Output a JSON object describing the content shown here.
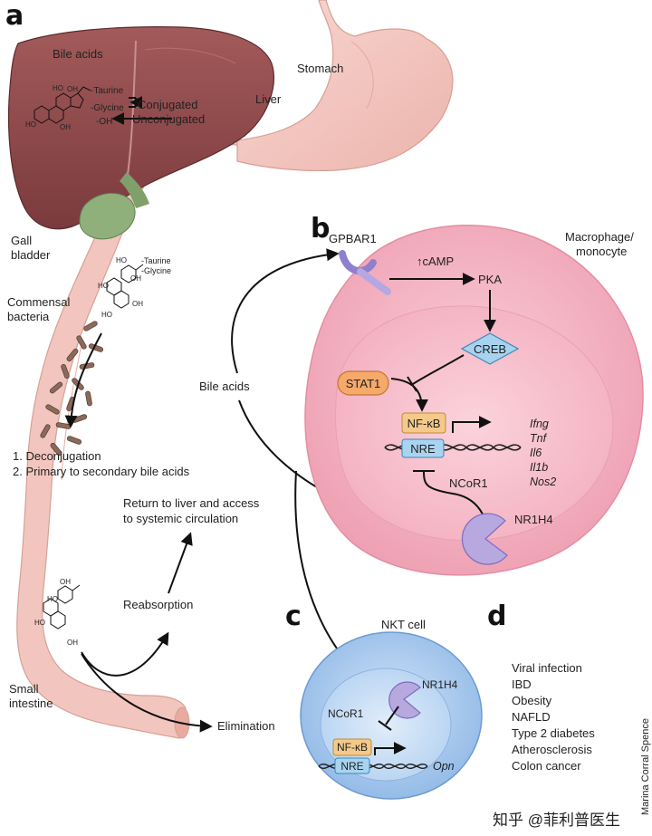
{
  "panels": {
    "a": "a",
    "b": "b",
    "c": "c",
    "d": "d"
  },
  "organs": {
    "bile_acids": "Bile acids",
    "liver": "Liver",
    "stomach": "Stomach",
    "gall_bladder_line1": "Gall",
    "gall_bladder_line2": "bladder",
    "commensal_line1": "Commensal",
    "commensal_line2": "bacteria",
    "small_intestine_line1": "Small",
    "small_intestine_line2": "intestine"
  },
  "liver_chem": {
    "taurine": "-Taurine",
    "glycine": "-Glycine",
    "oh": "-OH",
    "conjugated": "Conjugated",
    "unconjugated": "Unconjugated"
  },
  "intestine_chem": {
    "taurine": "-Taurine",
    "glycine": "-Glycine"
  },
  "process": {
    "step1": "1. Deconjugation",
    "step2": "2. Primary to secondary bile acids",
    "return_line1": "Return to liver and access",
    "return_line2": "to systemic circulation",
    "reabsorption": "Reabsorption",
    "elimination": "Elimination",
    "bile_acids_center": "Bile acids"
  },
  "macrophage": {
    "cell_line1": "Macrophage/",
    "cell_line2": "monocyte",
    "gpbar1": "GPBAR1",
    "camp": "↑cAMP",
    "pka": "PKA",
    "creb": "CREB",
    "stat1": "STAT1",
    "nfkb": "NF-κB",
    "nre": "NRE",
    "ncor1": "NCoR1",
    "nr1h4": "NR1H4",
    "genes": [
      "Ifng",
      "Tnf",
      "Il6",
      "Il1b",
      "Nos2"
    ]
  },
  "nkt": {
    "cell": "NKT cell",
    "nr1h4": "NR1H4",
    "ncor1": "NCoR1",
    "nfkb": "NF-κB",
    "nre": "NRE",
    "gene": "Opn"
  },
  "diseases": [
    "Viral infection",
    "IBD",
    "Obesity",
    "NAFLD",
    "Type 2 diabetes",
    "Atherosclerosis",
    "Colon cancer"
  ],
  "credit": "Marina Corral Spence",
  "watermark": "知乎 @菲利普医生",
  "colors": {
    "liver": "#8f4a4b",
    "stomach": "#f3c6c0",
    "intestine": "#f2c4bc",
    "gallbladder": "#8fb07a",
    "macrophage": "#f2a8b9",
    "macrophage_nucleus": "#f7c0cc",
    "nkt": "#9fc3ea",
    "nkt_nucleus": "#c9dff5",
    "receptor": "#9e8fd1",
    "creb": "#a7d3ef",
    "stat1": "#f5a96a",
    "nfkb": "#f4c98a"
  }
}
